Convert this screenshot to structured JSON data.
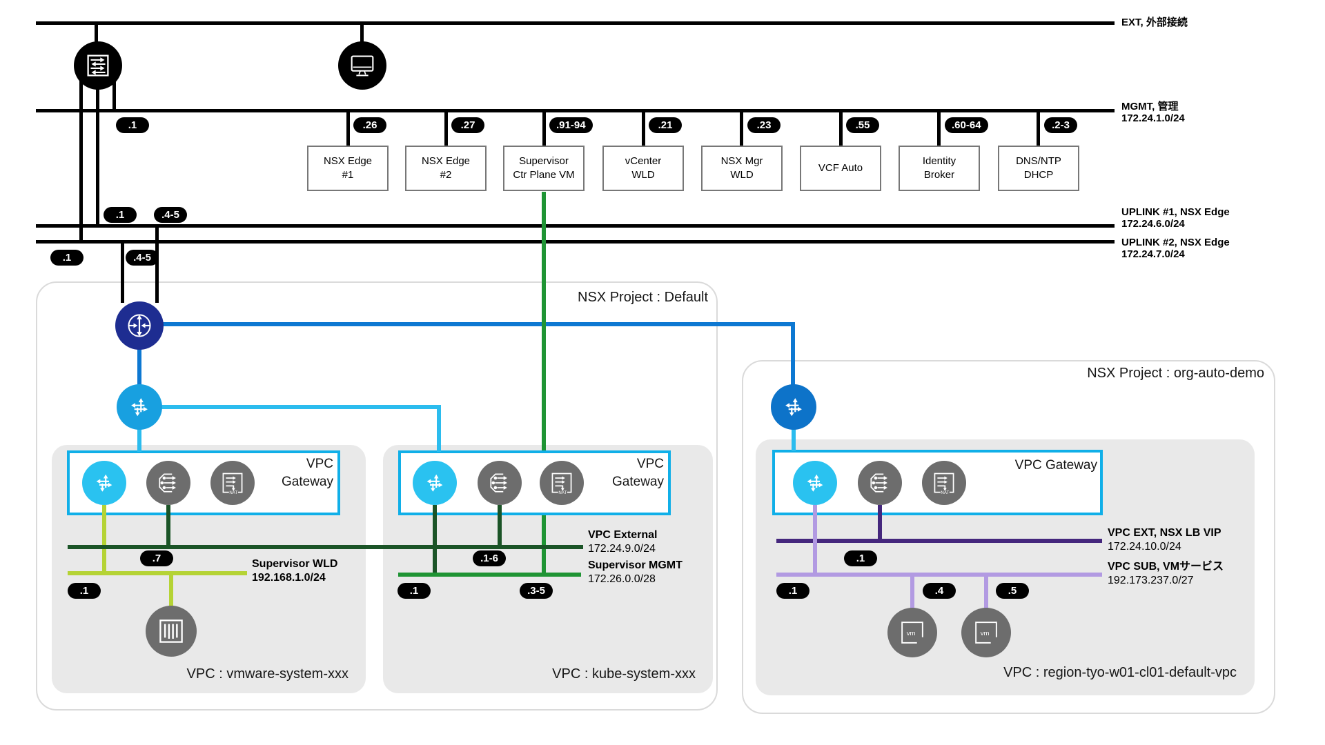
{
  "colors": {
    "bus_black": "#000000",
    "t0_navy": "#1e2d91",
    "t1_blue": "#0d73c9",
    "t1_cyan": "#18a0e0",
    "link_blue": "#0d78d2",
    "link_cyan": "#2bbcee",
    "gateway_router_cyan": "#2ac2f0",
    "icon_gray": "#6d6d6d",
    "green_dark": "#1b5427",
    "green": "#1f9434",
    "lime": "#b5d335",
    "purple_dark": "#45277d",
    "lavender": "#b29ae2",
    "gw_border_cyan": "#10afe8",
    "vpc_gray": "#e9e9e9"
  },
  "buses": {
    "ext": {
      "label": "EXT, 外部接続"
    },
    "mgmt": {
      "label": "MGMT, 管理",
      "cidr": "172.24.1.0/24",
      "gateway_badge": ".1"
    },
    "uplink1": {
      "label": "UPLINK #1, NSX Edge",
      "cidr": "172.24.6.0/24",
      "badge_a": ".1",
      "badge_b": ".4-5"
    },
    "uplink2": {
      "label": "UPLINK #2, NSX Edge",
      "cidr": "172.24.7.0/24",
      "badge_a": ".1",
      "badge_b": ".4-5"
    }
  },
  "mgmt_nodes": [
    {
      "badge": ".26",
      "line1": "NSX Edge",
      "line2": "#1"
    },
    {
      "badge": ".27",
      "line1": "NSX Edge",
      "line2": "#2"
    },
    {
      "badge": ".91-94",
      "line1": "Supervisor",
      "line2": "Ctr Plane VM"
    },
    {
      "badge": ".21",
      "line1": "vCenter",
      "line2": "WLD"
    },
    {
      "badge": ".23",
      "line1": "NSX Mgr",
      "line2": "WLD"
    },
    {
      "badge": ".55",
      "line1": "VCF Auto",
      "line2": ""
    },
    {
      "badge": ".60-64",
      "line1": "Identity",
      "line2": "Broker"
    },
    {
      "badge": ".2-3",
      "line1": "DNS/NTP",
      "line2": "DHCP"
    }
  ],
  "project_default": {
    "title": "NSX Project : Default",
    "vpc_supervisor": {
      "name": "VPC : vmware-system-xxx",
      "gateway_line1": "VPC",
      "gateway_line2": "Gateway",
      "wld": {
        "label": "Supervisor WLD",
        "cidr": "192.168.1.0/24",
        "badge_gw": ".7",
        "badge_net": ".1"
      }
    },
    "vpc_kube": {
      "name": "VPC : kube-system-xxx",
      "gateway_line1": "VPC",
      "gateway_line2": "Gateway",
      "external": {
        "label": "VPC External",
        "cidr": "172.24.9.0/24",
        "badge": ".1-6"
      },
      "mgmt": {
        "label": "Supervisor MGMT",
        "cidr": "172.26.0.0/28",
        "badge_a": ".1",
        "badge_b": ".3-5"
      }
    }
  },
  "project_demo": {
    "title": "NSX Project : org-auto-demo",
    "vpc_default": {
      "name": "VPC : region-tyo-w01-cl01-default-vpc",
      "gateway_label": "VPC Gateway",
      "ext": {
        "label": "VPC EXT, NSX LB VIP",
        "cidr": "172.24.10.0/24",
        "badge": ".1"
      },
      "sub": {
        "label": "VPC SUB, VMサービス",
        "cidr": "192.173.237.0/27",
        "badge_a": ".1",
        "badge_b": ".4",
        "badge_c": ".5"
      }
    }
  },
  "icon_labels": {
    "nat": "NAT",
    "vm": "vm"
  }
}
